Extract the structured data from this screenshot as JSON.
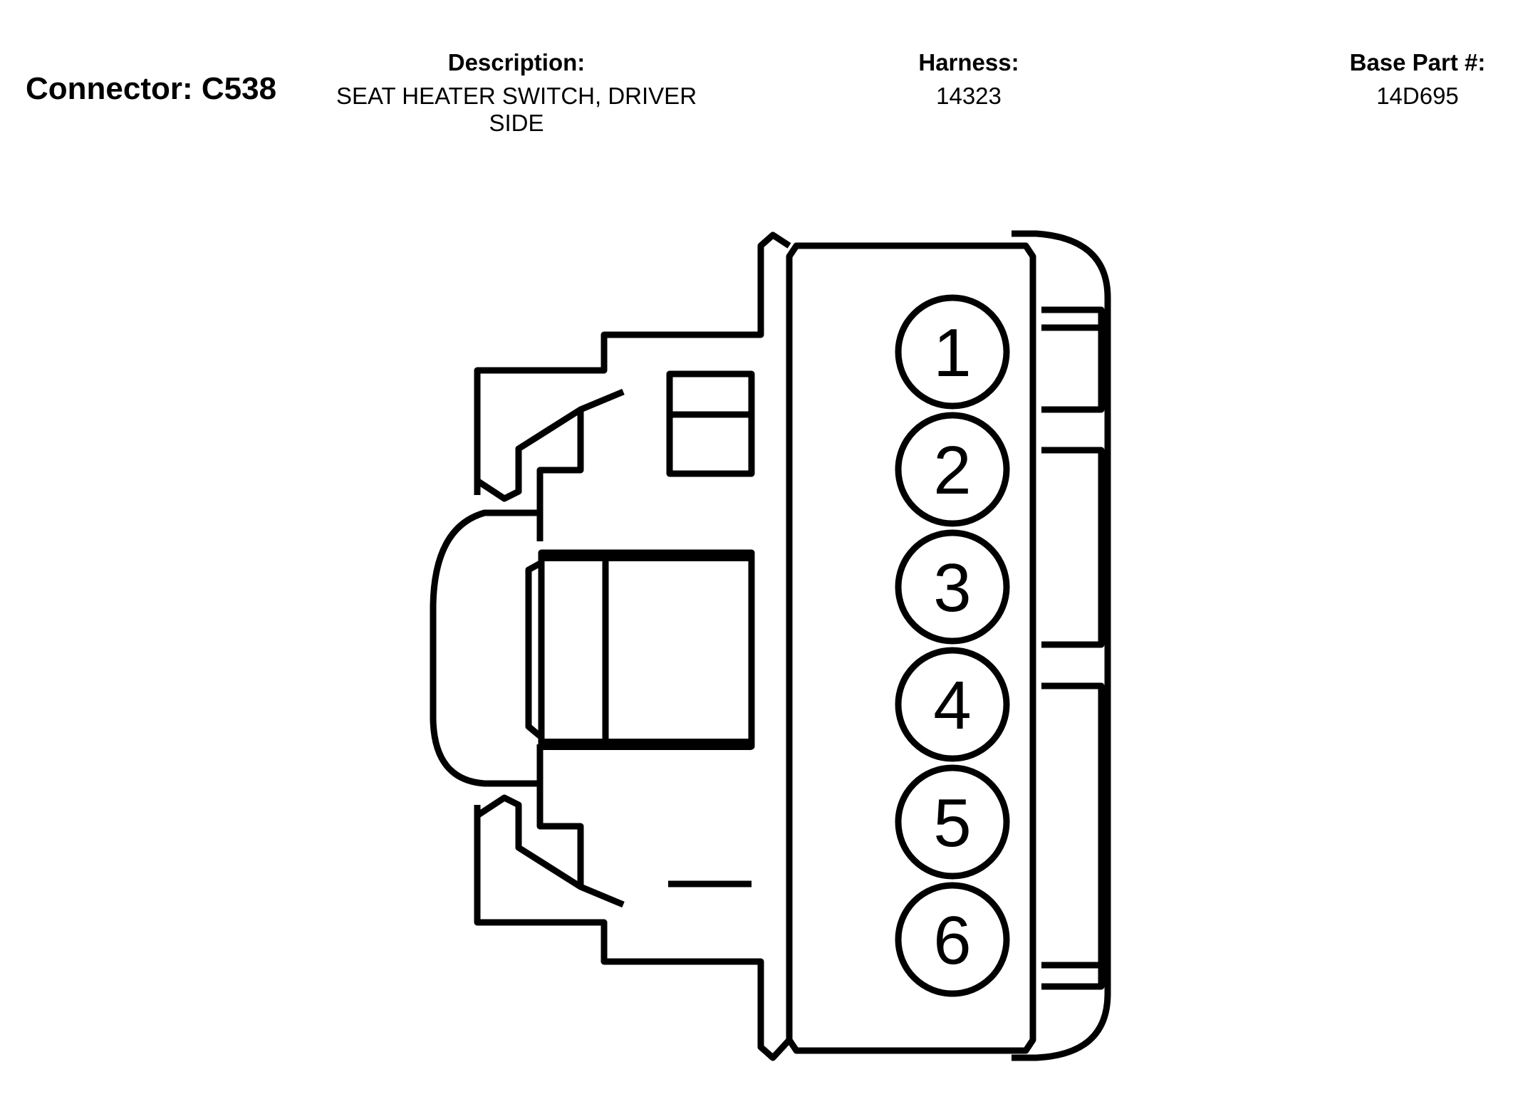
{
  "connector": {
    "label": "Connector: C538"
  },
  "description": {
    "label": "Description:",
    "value": "SEAT HEATER SWITCH, DRIVER SIDE"
  },
  "harness": {
    "label": "Harness:",
    "value": "14323"
  },
  "base_part": {
    "label": "Base Part #:",
    "value": "14D695"
  },
  "pins": [
    "1",
    "2",
    "3",
    "4",
    "5",
    "6"
  ],
  "colors": {
    "line": "#000000",
    "background": "#ffffff"
  }
}
